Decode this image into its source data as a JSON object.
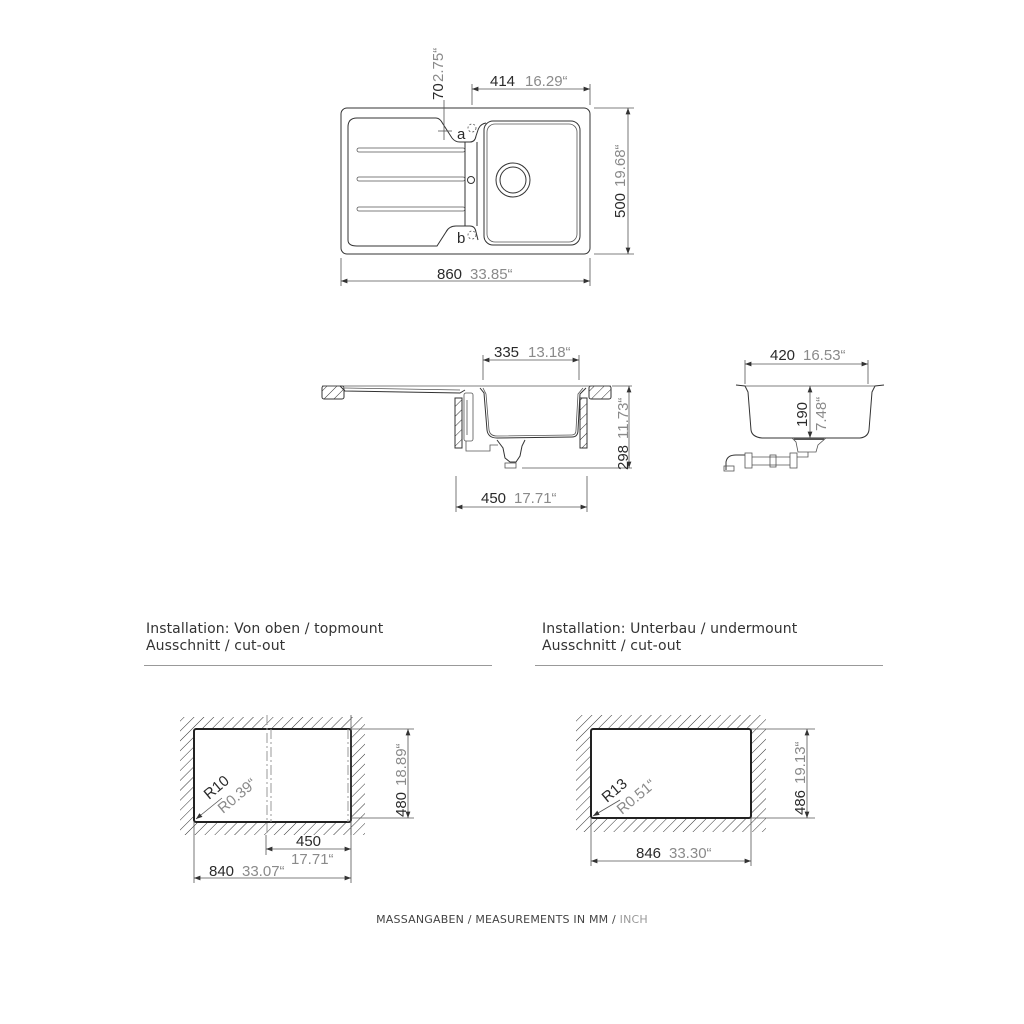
{
  "top_view": {
    "width": {
      "mm": "860",
      "inch": "33.85“"
    },
    "depth": {
      "mm": "500",
      "inch": "19.68“"
    },
    "bowl_width": {
      "mm": "414",
      "inch": "16.29“"
    },
    "tap_offset": {
      "mm": "70",
      "inch": "2.75“"
    },
    "tap_hole_a": "a",
    "tap_hole_b": "b"
  },
  "side_view": {
    "bowl_width": {
      "mm": "335",
      "inch": "13.18“"
    },
    "height": {
      "mm": "298",
      "inch": "11.73“"
    },
    "cabinet_width": {
      "mm": "450",
      "inch": "17.71“"
    }
  },
  "section_view": {
    "bowl_width": {
      "mm": "420",
      "inch": "16.53“"
    },
    "bowl_depth": {
      "mm": "190",
      "inch": "7.48“"
    }
  },
  "topmount": {
    "heading_line1": "Installation: Von oben / topmount",
    "heading_line2": "Ausschnitt / cut-out",
    "radius": {
      "mm": "R10",
      "inch": "R0.39“"
    },
    "height": {
      "mm": "480",
      "inch": "18.89“"
    },
    "cabinet": {
      "mm": "450",
      "inch": "17.71“"
    },
    "width": {
      "mm": "840",
      "inch": "33.07“"
    }
  },
  "undermount": {
    "heading_line1": "Installation: Unterbau / undermount",
    "heading_line2": "Ausschnitt / cut-out",
    "radius": {
      "mm": "R13",
      "inch": "R0.51“"
    },
    "height": {
      "mm": "486",
      "inch": "19.13“"
    },
    "width": {
      "mm": "846",
      "inch": "33.30“"
    }
  },
  "footer": {
    "text": "MASSANGABEN / MEASUREMENTS IN MM / ",
    "unit": "INCH"
  }
}
